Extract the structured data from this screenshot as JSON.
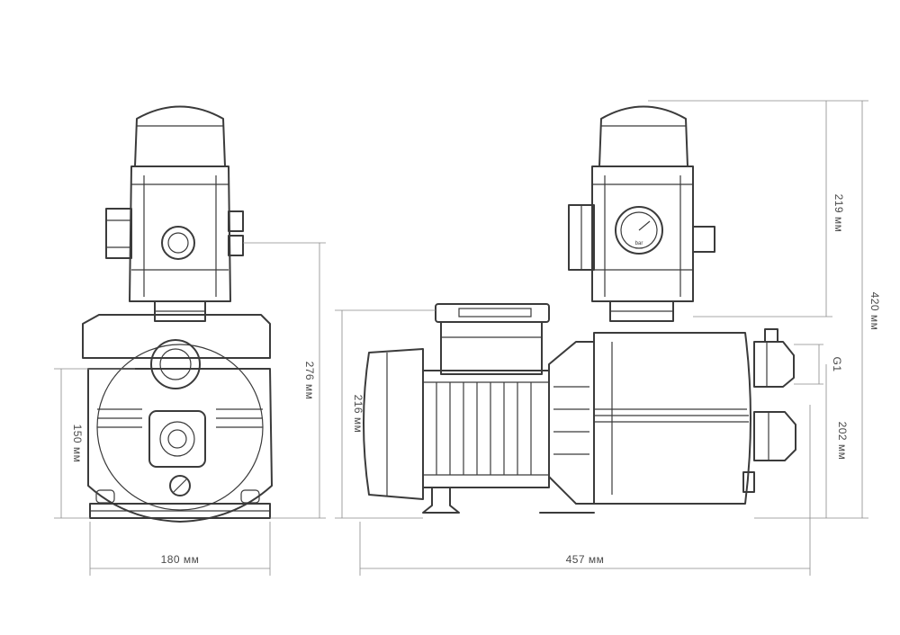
{
  "dimensions": {
    "front_width": "180 мм",
    "front_shaft_height": "150 мм",
    "front_total_height": "276 мм",
    "side_motor_height": "216 мм",
    "side_total_length": "457 мм",
    "side_total_height": "420 мм",
    "side_top_height": "219 мм",
    "side_outlet_height": "202 мм",
    "thread_size": "G1"
  },
  "gauge": {
    "unit": "bar"
  },
  "colors": {
    "stroke": "#3b3b3b",
    "dimension": "#8a8a8a",
    "background": "#ffffff"
  }
}
